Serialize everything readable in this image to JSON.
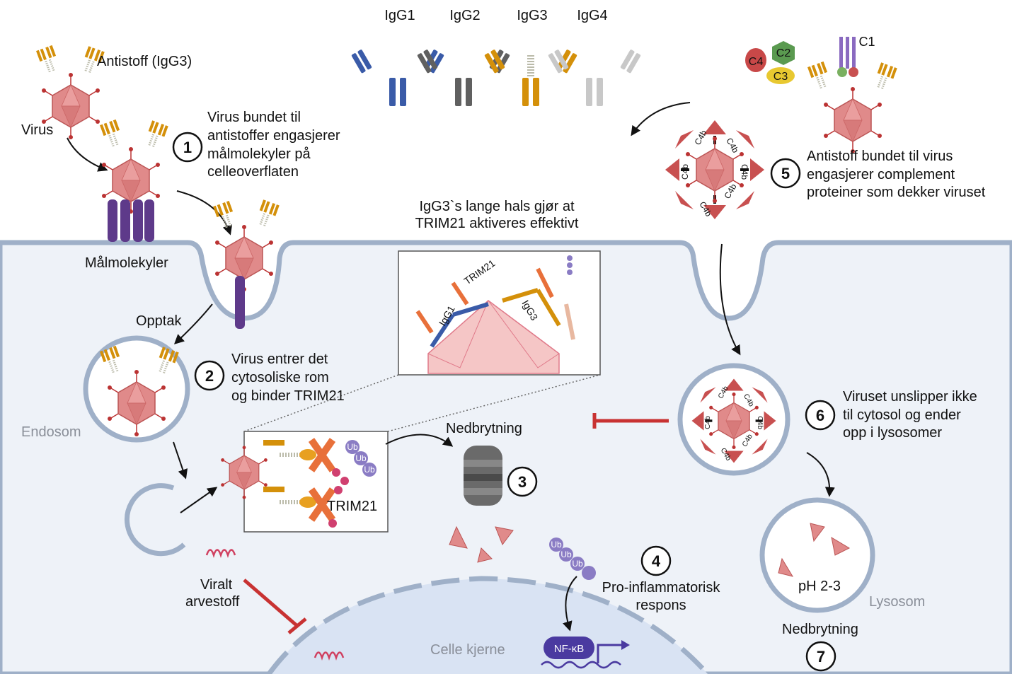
{
  "igg_types": [
    "IgG1",
    "IgG2",
    "IgG3",
    "IgG4"
  ],
  "complement": {
    "c4": "C4",
    "c2": "C2",
    "c3": "C3",
    "c1": "C1",
    "c4b": "C4b"
  },
  "labels": {
    "antibody": "Antistoff (IgG3)",
    "virus": "Virus",
    "target_molecules": "Målmolekyler",
    "uptake": "Opptak",
    "endosome": "Endosom",
    "viral_genome": [
      "Viralt",
      "arvestoff"
    ],
    "nucleus": "Celle kjerne",
    "lysosome": "Lysosom",
    "ph": "pH 2-3",
    "degradation_top": "Nedbrytning",
    "degradation_bottom": "Nedbrytning",
    "trim21": "TRIM21",
    "ub": "Ub",
    "nfkb": "NF-κB",
    "inset_igg1": "IgG1",
    "inset_igg3": "IgG3",
    "inset_trim21": "TRIM21"
  },
  "igg3_note": [
    "IgG3`s lange hals gjør at",
    "TRIM21 aktiveres effektivt"
  ],
  "steps": [
    {
      "num": "1",
      "lines": [
        "Virus bundet til",
        "antistoffer engasjerer",
        "målmolekyler på",
        "celleoverflaten"
      ]
    },
    {
      "num": "2",
      "lines": [
        "Virus entrer det",
        "cytosoliske rom",
        "og binder TRIM21"
      ]
    },
    {
      "num": "3",
      "lines": []
    },
    {
      "num": "4",
      "lines": [
        "Pro-inflammatorisk",
        "respons"
      ]
    },
    {
      "num": "5",
      "lines": [
        "Antistoff bundet til virus",
        "engasjerer complement",
        "proteiner som dekker viruset"
      ]
    },
    {
      "num": "6",
      "lines": [
        "Viruset unslipper ikke",
        "til cytosol og ender",
        "opp i lysosomer"
      ]
    },
    {
      "num": "7",
      "lines": []
    }
  ],
  "colors": {
    "igg1": "#3a5ba8",
    "igg2": "#606060",
    "igg3": "#d4900a",
    "igg4": "#c8c8c8",
    "virus": "#d97272",
    "cytoplasm": "#eef2f8",
    "membrane": "#aebbd0",
    "nucleus": "#d9e3f3",
    "trim21": "#e8703a",
    "ub": "#8a7cc4",
    "inhibit": "#c83232",
    "target": "#5e3a8a"
  }
}
